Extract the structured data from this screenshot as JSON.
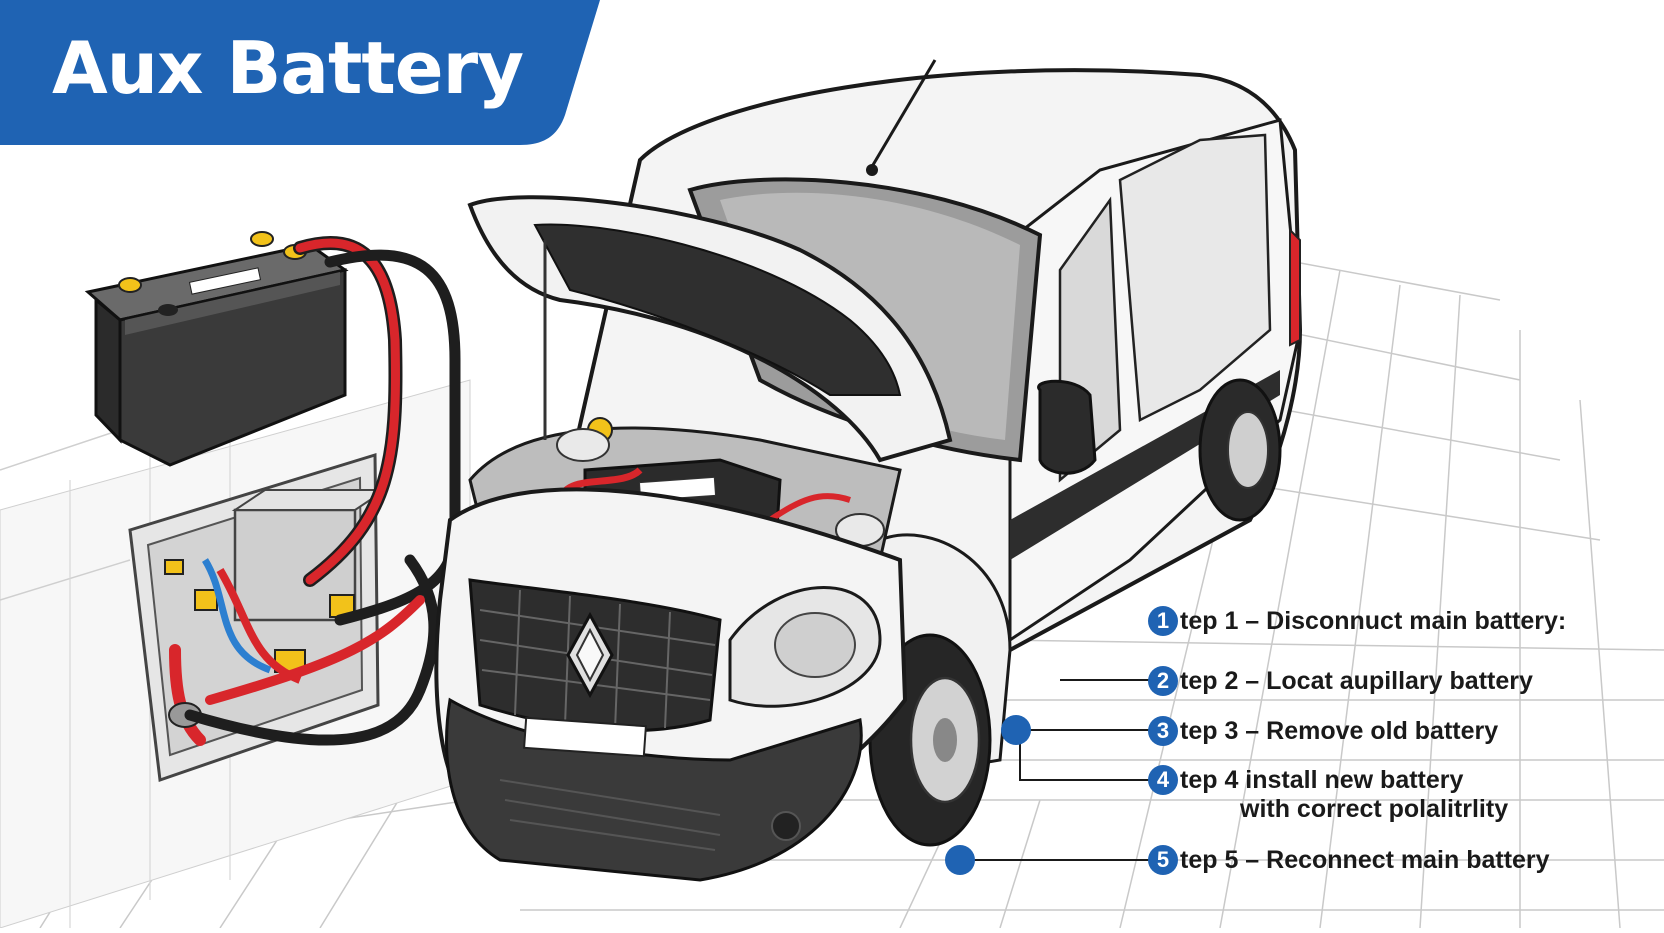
{
  "title": "Aux Battery",
  "colors": {
    "banner_blue": "#1f63b3",
    "cable_red": "#d8262b",
    "cable_black": "#1e1e1e",
    "terminal_yellow": "#f2c21a",
    "van_white": "#f4f4f4",
    "bumper_dark": "#3a3a3a"
  },
  "steps": [
    {
      "number": "1",
      "label": "tep 1 – Disconnuct main battery:"
    },
    {
      "number": "2",
      "label": "tep 2 – Locat aupillary battery"
    },
    {
      "number": "3",
      "label": "tep 3 – Remove old battery"
    },
    {
      "number": "4",
      "label": "tep 4 install new battery",
      "label_line2": "with correct polalitrlity"
    },
    {
      "number": "5",
      "label": "tep 5 – Reconnect main battery"
    }
  ],
  "icons": [
    "renault-logo-icon",
    "battery-icon",
    "van-icon"
  ]
}
